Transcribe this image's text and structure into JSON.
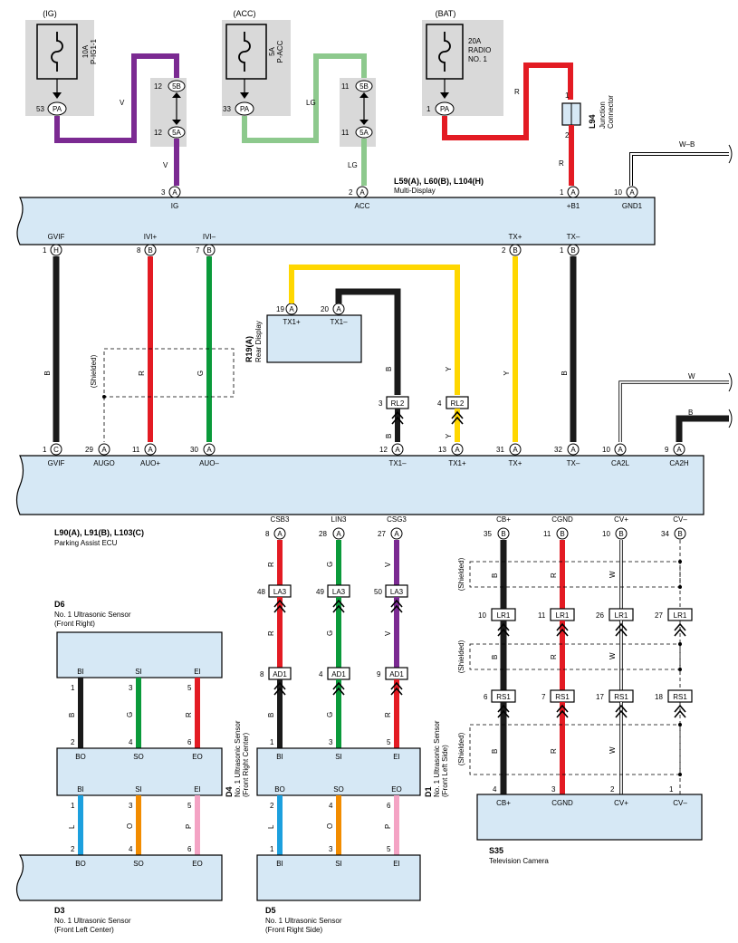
{
  "power": {
    "ig": {
      "source": "(IG)",
      "fuse_line1": "10A",
      "fuse_line2": "P-IG1-1",
      "pin": "53",
      "conn": "PA",
      "wire": "V"
    },
    "acc": {
      "source": "(ACC)",
      "fuse_line1": "5A",
      "fuse_line2": "P-ACC",
      "pin": "33",
      "conn": "PA",
      "wire": "LG"
    },
    "bat": {
      "source": "(BAT)",
      "fuse_line1": "20A",
      "fuse_line2": "RADIO",
      "fuse_line3": "NO. 1",
      "pin": "1",
      "conn": "PA",
      "wire": "R"
    }
  },
  "splice_ig": {
    "top_pin": "12",
    "top": "5B",
    "bot_pin": "12",
    "bot": "5A",
    "wire": "V"
  },
  "splice_acc": {
    "top_pin": "11",
    "top": "5B",
    "bot_pin": "11",
    "bot": "5A",
    "wire": "LG"
  },
  "junction": {
    "id": "L94",
    "name1": "Junction",
    "name2": "Connector",
    "pin_top": "1",
    "pin_bot": "2",
    "wire": "R"
  },
  "multi_display": {
    "id": "L59(A), L60(B), L104(H)",
    "name": "Multi-Display",
    "top_pins": [
      {
        "num": "3",
        "conn": "A",
        "label": "IG"
      },
      {
        "num": "2",
        "conn": "A",
        "label": "ACC"
      },
      {
        "num": "1",
        "conn": "A",
        "label": "+B1"
      },
      {
        "num": "10",
        "conn": "A",
        "label": "GND1"
      }
    ],
    "bottom_pins": [
      {
        "label": "GVIF",
        "num": "1",
        "conn": "H"
      },
      {
        "label": "IVI+",
        "num": "8",
        "conn": "B"
      },
      {
        "label": "IVI–",
        "num": "7",
        "conn": "B"
      },
      {
        "label": "TX+",
        "num": "2",
        "conn": "B"
      },
      {
        "label": "TX–",
        "num": "1",
        "conn": "B"
      }
    ],
    "gnd_wire": "W–B"
  },
  "rear_display": {
    "id": "R19(A)",
    "name": "Rear Display",
    "pins": [
      {
        "num": "19",
        "conn": "A",
        "label": "TX1+"
      },
      {
        "num": "20",
        "conn": "A",
        "label": "TX1–"
      }
    ]
  },
  "rl2": [
    {
      "num": "3",
      "conn": "RL2"
    },
    {
      "num": "4",
      "conn": "RL2"
    }
  ],
  "mid_wires": {
    "gvif": "B",
    "ivip": "R",
    "ivim": "G",
    "txp": "Y",
    "txm": "B",
    "tx1m": "B",
    "tx1p": "Y",
    "tx1m_low": "B",
    "tx1p_low": "Y",
    "ca2l": "W",
    "ca2h": "B"
  },
  "shielded": "(Shielded)",
  "ecu": {
    "id": "L90(A), L91(B), L103(C)",
    "name": "Parking Assist ECU",
    "top_pins": [
      {
        "num": "1",
        "conn": "C",
        "label": "GVIF"
      },
      {
        "num": "29",
        "conn": "A",
        "label": "AUGO"
      },
      {
        "num": "11",
        "conn": "A",
        "label": "AUO+"
      },
      {
        "num": "30",
        "conn": "A",
        "label": "AUO–"
      },
      {
        "num": "12",
        "conn": "A",
        "label": "TX1–"
      },
      {
        "num": "13",
        "conn": "A",
        "label": "TX1+"
      },
      {
        "num": "31",
        "conn": "A",
        "label": "TX+"
      },
      {
        "num": "32",
        "conn": "A",
        "label": "TX–"
      },
      {
        "num": "10",
        "conn": "A",
        "label": "CA2L"
      },
      {
        "num": "9",
        "conn": "A",
        "label": "CA2H"
      }
    ],
    "bottom_pins": [
      {
        "label": "CSB3",
        "num": "8",
        "conn": "A"
      },
      {
        "label": "LIN3",
        "num": "28",
        "conn": "A"
      },
      {
        "label": "CSG3",
        "num": "27",
        "conn": "A"
      },
      {
        "label": "CB+",
        "num": "35",
        "conn": "B"
      },
      {
        "label": "CGND",
        "num": "11",
        "conn": "B"
      },
      {
        "label": "CV+",
        "num": "10",
        "conn": "B"
      },
      {
        "label": "CV–",
        "num": "34",
        "conn": "B"
      }
    ]
  },
  "sensor_chain": {
    "wires1": [
      "R",
      "G",
      "V"
    ],
    "la3": [
      {
        "num": "48",
        "conn": "LA3"
      },
      {
        "num": "49",
        "conn": "LA3"
      },
      {
        "num": "50",
        "conn": "LA3"
      }
    ],
    "wires2": [
      "R",
      "G",
      "V"
    ],
    "ad1": [
      {
        "num": "8",
        "conn": "AD1"
      },
      {
        "num": "4",
        "conn": "AD1"
      },
      {
        "num": "9",
        "conn": "AD1"
      }
    ],
    "wires3": [
      "B",
      "G",
      "R"
    ]
  },
  "camera_chain": {
    "wires1": [
      "B",
      "R",
      "W"
    ],
    "lr1": [
      {
        "num": "10",
        "conn": "LR1"
      },
      {
        "num": "11",
        "conn": "LR1"
      },
      {
        "num": "26",
        "conn": "LR1"
      },
      {
        "num": "27",
        "conn": "LR1"
      }
    ],
    "wires2": [
      "B",
      "R",
      "W"
    ],
    "rs1": [
      {
        "num": "6",
        "conn": "RS1"
      },
      {
        "num": "7",
        "conn": "RS1"
      },
      {
        "num": "17",
        "conn": "RS1"
      },
      {
        "num": "18",
        "conn": "RS1"
      }
    ],
    "wires3": [
      "B",
      "R",
      "W"
    ]
  },
  "d6": {
    "id": "D6",
    "name": "No. 1 Ultrasonic Sensor",
    "pos": "(Front Right)",
    "labels": [
      "BI",
      "SI",
      "EI"
    ]
  },
  "d6_wires": {
    "top": [
      "1",
      "3",
      "5"
    ],
    "colors": [
      "B",
      "G",
      "R"
    ],
    "bottom": [
      "2",
      "4",
      "6"
    ]
  },
  "d4": {
    "id": "D4",
    "name": "No. 1 Ultrasonic Sensor",
    "pos": "(Front Right Center)",
    "top": [
      "BO",
      "SO",
      "EO"
    ],
    "bottom": [
      "BI",
      "SI",
      "EI"
    ]
  },
  "d4_d3_wires": {
    "top": [
      "1",
      "3",
      "5"
    ],
    "colors": [
      "L",
      "O",
      "P"
    ],
    "bottom": [
      "2",
      "4",
      "6"
    ]
  },
  "d3": {
    "id": "D3",
    "name": "No. 1 Ultrasonic Sensor",
    "pos": "(Front Left Center)",
    "labels": [
      "BO",
      "SO",
      "EO"
    ]
  },
  "d1": {
    "id": "D1",
    "name": "No. 1 Ultrasonic Sensor",
    "pos": "(Front Left Side)",
    "top": [
      "BI",
      "SI",
      "EI"
    ],
    "top_pins": [
      "1",
      "3",
      "5"
    ],
    "bottom": [
      "BO",
      "SO",
      "EO"
    ]
  },
  "d1_d5_wires": {
    "top": [
      "2",
      "4",
      "6"
    ],
    "colors": [
      "L",
      "O",
      "P"
    ],
    "bottom": [
      "1",
      "3",
      "5"
    ]
  },
  "d5": {
    "id": "D5",
    "name": "No. 1 Ultrasonic Sensor",
    "pos": "(Front Right Side)",
    "labels": [
      "BI",
      "SI",
      "EI"
    ]
  },
  "s35": {
    "id": "S35",
    "name": "Television Camera",
    "pins": [
      "4",
      "3",
      "2",
      "1"
    ],
    "labels": [
      "CB+",
      "CGND",
      "CV+",
      "CV–"
    ]
  }
}
